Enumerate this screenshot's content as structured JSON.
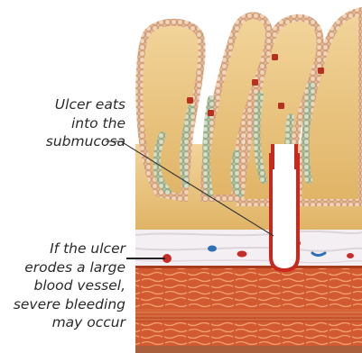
{
  "annotations": {
    "ulcer_depth": [
      "Ulcer eats",
      "into the",
      "submucosa"
    ],
    "bleeding_risk": [
      "If the ulcer",
      "erodes a large",
      "blood vessel,",
      "severe bleeding",
      "may occur"
    ]
  },
  "colors": {
    "mucosa_fill": "#e8c27c",
    "epithelium_tan": "#e2b48f",
    "epithelium_green": "#aabf9a",
    "ulcer_red": "#c8281d",
    "submucosa_white": "#f2eef1",
    "muscle_red": "#c9532e",
    "vessel_blue": "#2f6fb6"
  }
}
